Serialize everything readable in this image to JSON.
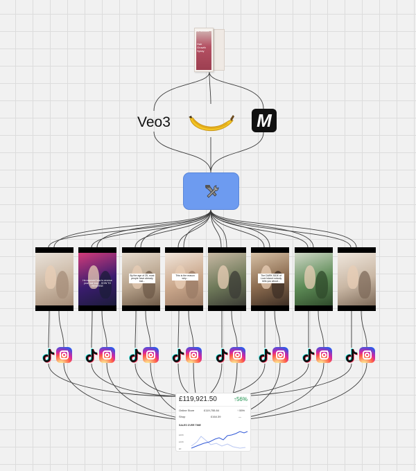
{
  "tools": {
    "veo_label": "Veo3",
    "banana_icon": "banana-icon",
    "m_logo_letter": "M",
    "hub_icon": "hammer-wrench-icon"
  },
  "product": {
    "brand": "PHYSICIANS",
    "name": "Hair Growth Spray"
  },
  "videos": [
    {
      "caption": ""
    },
    {
      "caption": "He exposed how to reverse your hair loss... HOW TO REVERSE"
    },
    {
      "caption": "By the age of 25, most people have already lost..."
    },
    {
      "caption": "This is the reason why..."
    },
    {
      "caption": ""
    },
    {
      "caption": "The DARK SIDE of Love Island nobody tells you about..."
    },
    {
      "caption": ""
    },
    {
      "caption": ""
    }
  ],
  "social": {
    "tiktok_icon": "tiktok-icon",
    "instagram_icon": "instagram-icon"
  },
  "sales": {
    "total": "£119,921.50",
    "growth": "↑56%",
    "rows": [
      {
        "label": "Online Store",
        "value": "£119,755.84",
        "change": "↑ 55%"
      },
      {
        "label": "Shop",
        "value": "£164.39",
        "change": "—"
      }
    ],
    "chart_title": "SALES OVER TIME",
    "yticks": [
      "£20K",
      "£10K",
      "£0"
    ],
    "colors": {
      "line": "#2f57d6",
      "compare": "#b9c7f2",
      "growth": "#1a8f4b"
    }
  },
  "colors": {
    "hub": "#6d9bf0",
    "wires": "#3a3a3a"
  }
}
